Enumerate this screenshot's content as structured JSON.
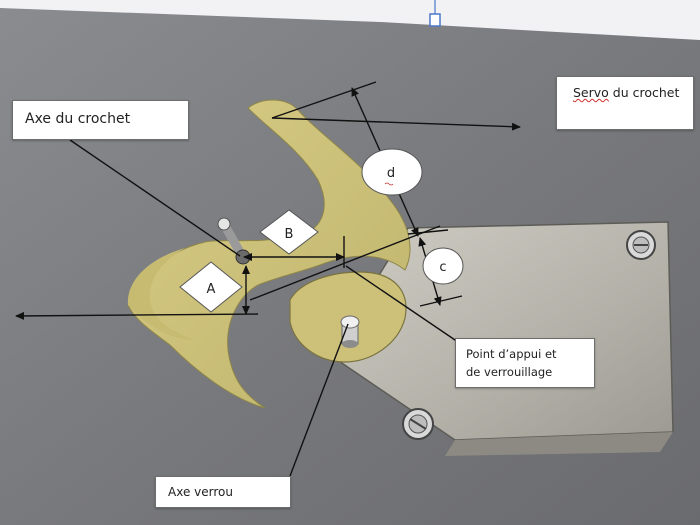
{
  "labels": {
    "axe_du_crochet": "Axe du crochet",
    "servo_du_crochet": {
      "word1": "Servo",
      "rest": " du crochet"
    },
    "point_appui": {
      "line1": "Point d’appui  et",
      "line2": "de verrouillage"
    },
    "axe_verrou": "Axe verrou"
  },
  "dimensions": {
    "a": "A",
    "b": "B",
    "c": "c",
    "d": "d"
  },
  "colors": {
    "background": "#7a7b7e",
    "hook_yellow": "#cfc27a",
    "metal_plate": "#b8b6ad",
    "line": "#111111"
  }
}
